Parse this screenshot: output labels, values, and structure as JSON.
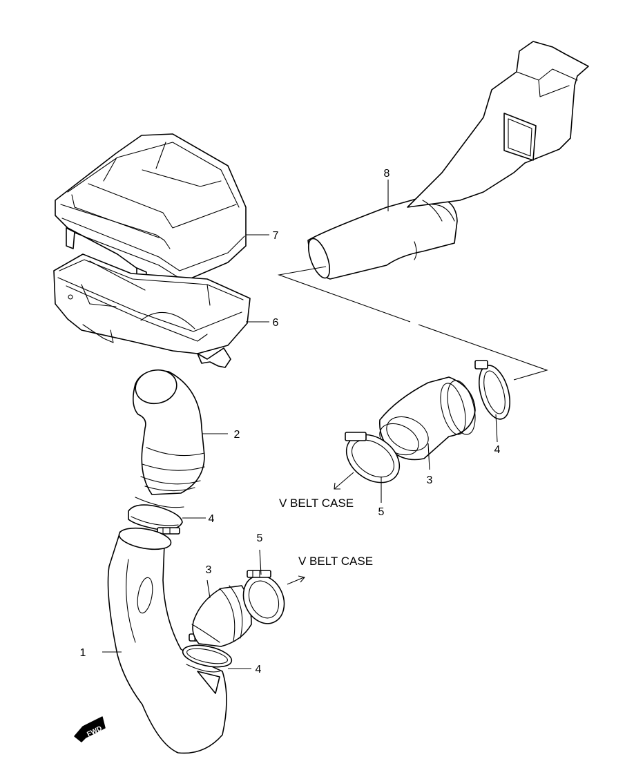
{
  "callouts": {
    "p1": "1",
    "p2": "2",
    "p3_lower": "3",
    "p3_upper": "3",
    "p4_mid": "4",
    "p4_lower": "4",
    "p4_upper": "4",
    "p5_lower": "5",
    "p5_upper": "5",
    "p6": "6",
    "p7": "7",
    "p8": "8"
  },
  "captions": {
    "v_belt_case_upper": "V BELT CASE",
    "v_belt_case_lower": "V BELT CASE"
  },
  "fwd_badge": "FWD"
}
